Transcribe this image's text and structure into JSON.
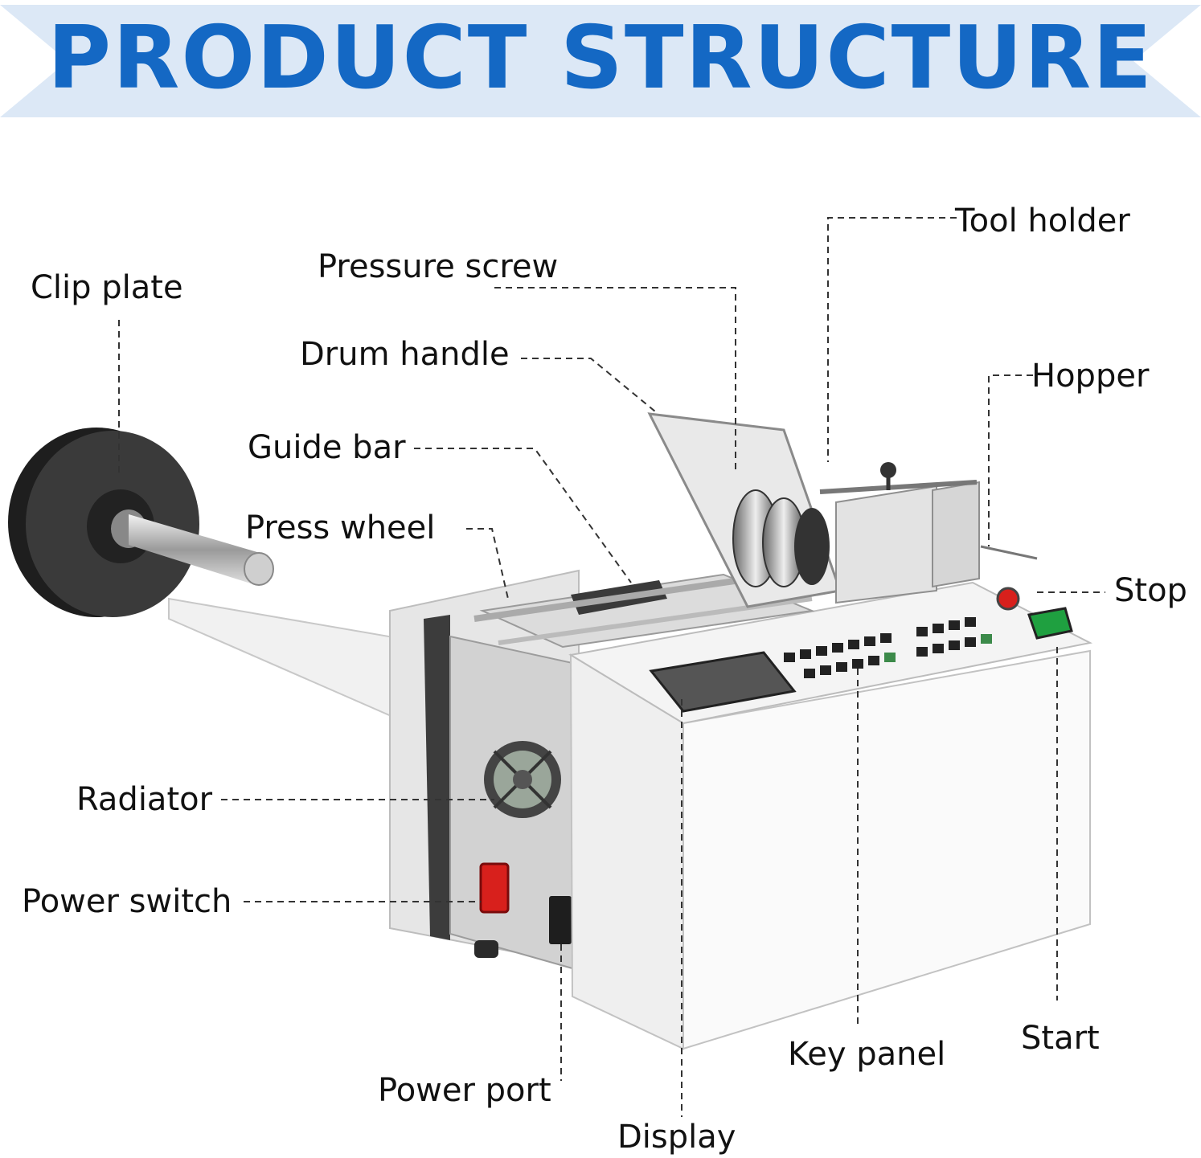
{
  "header": {
    "title": "PRODUCT STRUCTURE"
  },
  "colors": {
    "title": "#1468c4",
    "banner": "#dce8f6",
    "leader": "#333333",
    "stop_button": "#d8201c",
    "start_button": "#1fa040"
  },
  "labels": {
    "clip_plate": "Clip plate",
    "pressure_screw": "Pressure screw",
    "tool_holder": "Tool holder",
    "drum_handle": "Drum handle",
    "hopper": "Hopper",
    "guide_bar": "Guide bar",
    "press_wheel": "Press wheel",
    "stop": "Stop",
    "radiator": "Radiator",
    "power_switch": "Power switch",
    "start": "Start",
    "key_panel": "Key panel",
    "power_port": "Power port",
    "display": "Display"
  }
}
